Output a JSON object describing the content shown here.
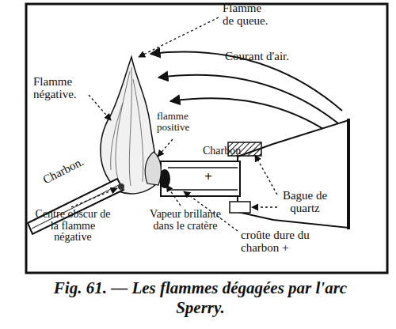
{
  "diagram": {
    "caption": "Fig. 61. — Les flammes dégagées par l'arc Sperry.",
    "labels": [
      "Flamme de queue.",
      "Courant d'air.",
      "Flamme négative.",
      "flamme positive",
      "Charbon",
      "Charbon.",
      "Bague de quartz",
      "+",
      "Centre obscur de la flamme négative",
      "Vapeur brillante dans le cratère",
      "croûte dure du charbon +"
    ]
  }
}
